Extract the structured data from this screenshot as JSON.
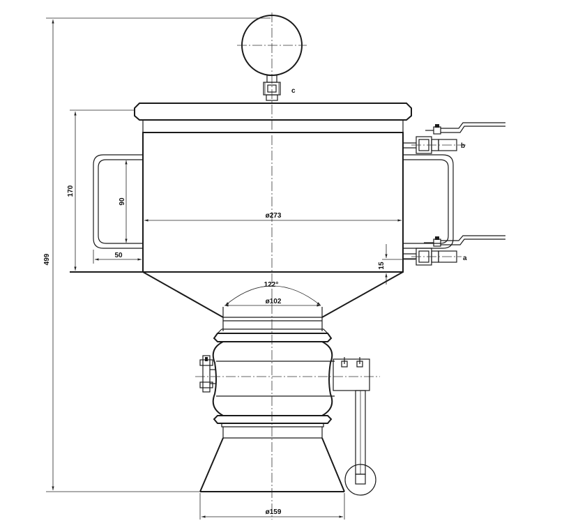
{
  "labels": {
    "port_c": "c",
    "port_b": "b",
    "port_a": "a"
  },
  "dimensions": {
    "overall_height": "499",
    "body_height": "170",
    "handle_height": "90",
    "handle_offset": "50",
    "body_diameter": "ø273",
    "port_offset": "15",
    "cone_angle": "122°",
    "neck_diameter": "ø102",
    "base_diameter": "ø159"
  }
}
